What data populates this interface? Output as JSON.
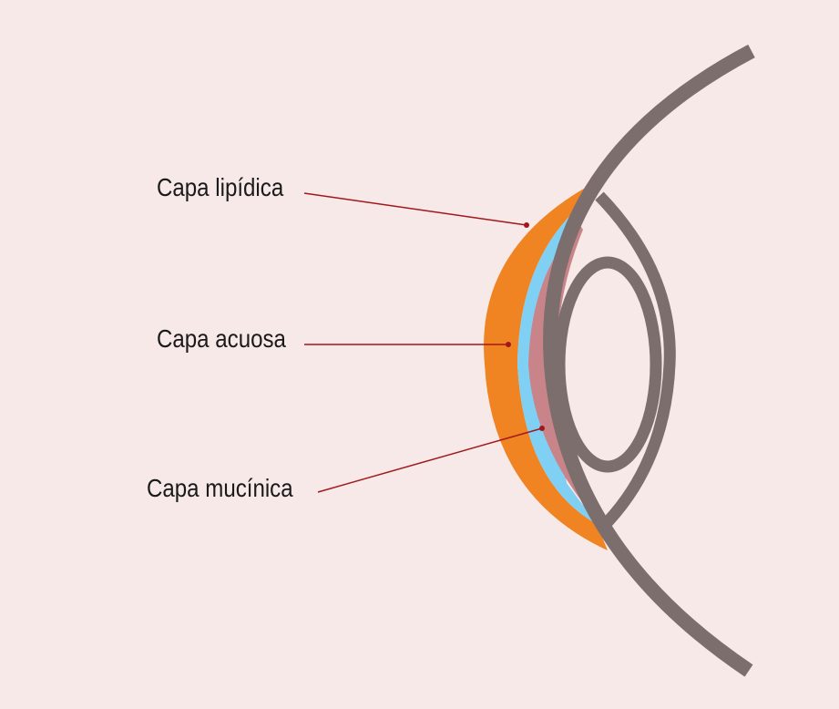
{
  "labels": {
    "lipid": "Capa lipídica",
    "aqueous": "Capa acuosa",
    "mucin": "Capa mucínica"
  },
  "colors": {
    "background": "#f6e9e8",
    "lipid_layer": "#f08422",
    "aqueous_layer": "#80d0f3",
    "mucin_layer": "#c88489",
    "eye_outline": "#7b6e6c",
    "leader_line": "#a3161b"
  }
}
